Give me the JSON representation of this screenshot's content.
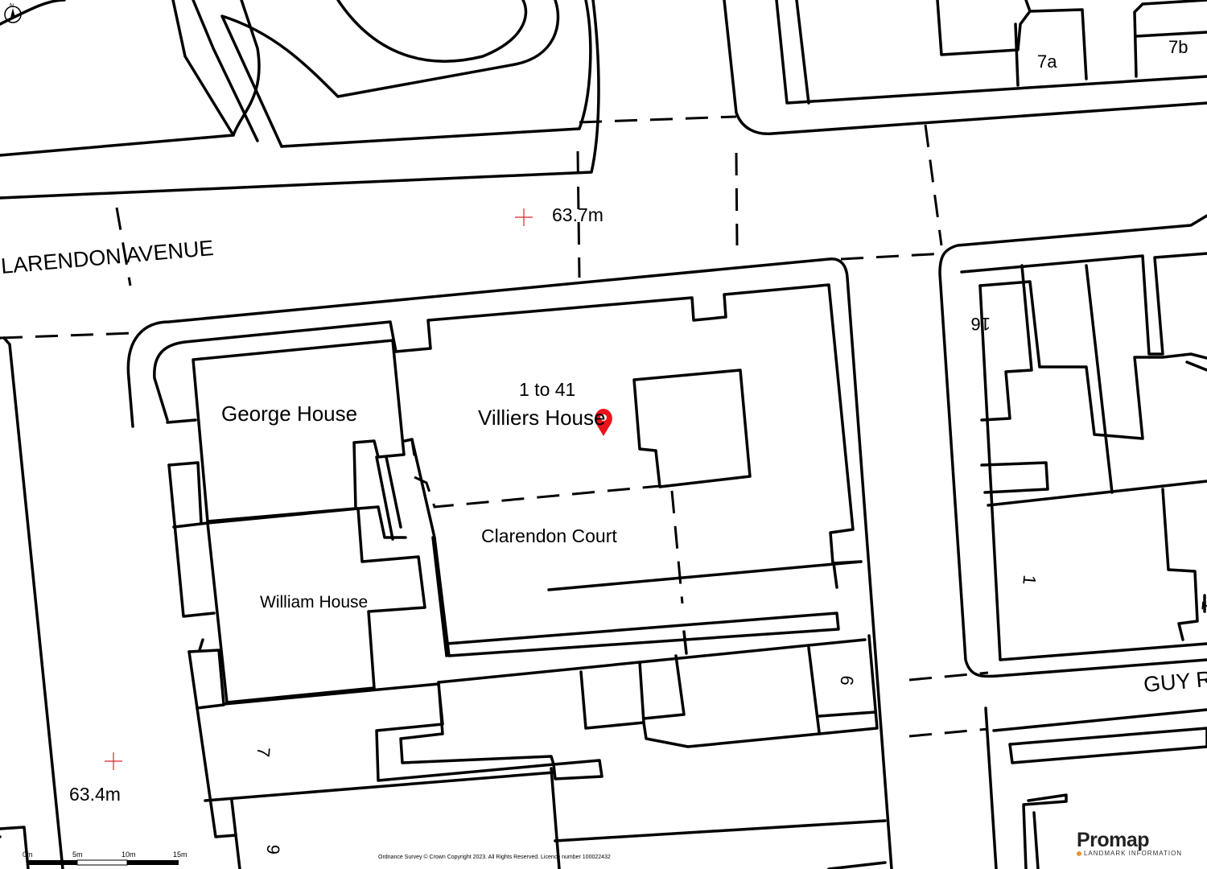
{
  "map": {
    "streets": [
      "LARENDON AVENUE",
      "GUY R"
    ],
    "buildings": {
      "villiers_number": "1 to 41",
      "villiers_name": "Villiers House",
      "george": "George House",
      "william": "William House",
      "clarendon": "Clarendon Court"
    },
    "house_numbers": [
      "7a",
      "7b",
      "16",
      "1",
      "6",
      "7",
      "9",
      "1"
    ],
    "spot_heights": [
      "63.7m",
      "63.4m"
    ],
    "north_label": "N",
    "colors": {
      "lines": "#000000",
      "marker": "#e8141b",
      "spot": "#d9262c",
      "brand_accent": "#e8952b"
    }
  },
  "scale_bar": {
    "ticks": [
      "0m",
      "5m",
      "10m",
      "15m"
    ]
  },
  "footer": {
    "copyright": "Ordnance Survey © Crown Copyright 2023. All Rights Reserved. Licence number 100022432"
  },
  "brand": {
    "name": "Promap",
    "tagline": "LANDMARK INFORMATION"
  }
}
